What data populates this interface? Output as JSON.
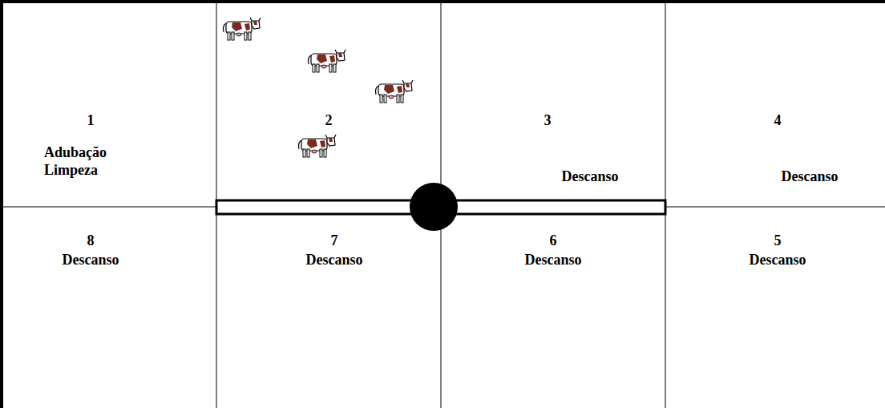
{
  "diagram": {
    "nodes": [
      {
        "text": [
          "1",
          "Adubação Limpeza"
        ]
      },
      {
        "text": [
          "2"
        ]
      },
      {
        "text": [
          "3",
          "Descanso"
        ]
      },
      {
        "text": [
          "4",
          "Descanso"
        ]
      },
      {
        "text": [
          "8",
          "Descanso"
        ]
      },
      {
        "text": [
          "7",
          "Descanso"
        ]
      },
      {
        "text": [
          "6",
          "Descanso"
        ]
      },
      {
        "text": [
          "5",
          "Descanso"
        ]
      }
    ]
  }
}
